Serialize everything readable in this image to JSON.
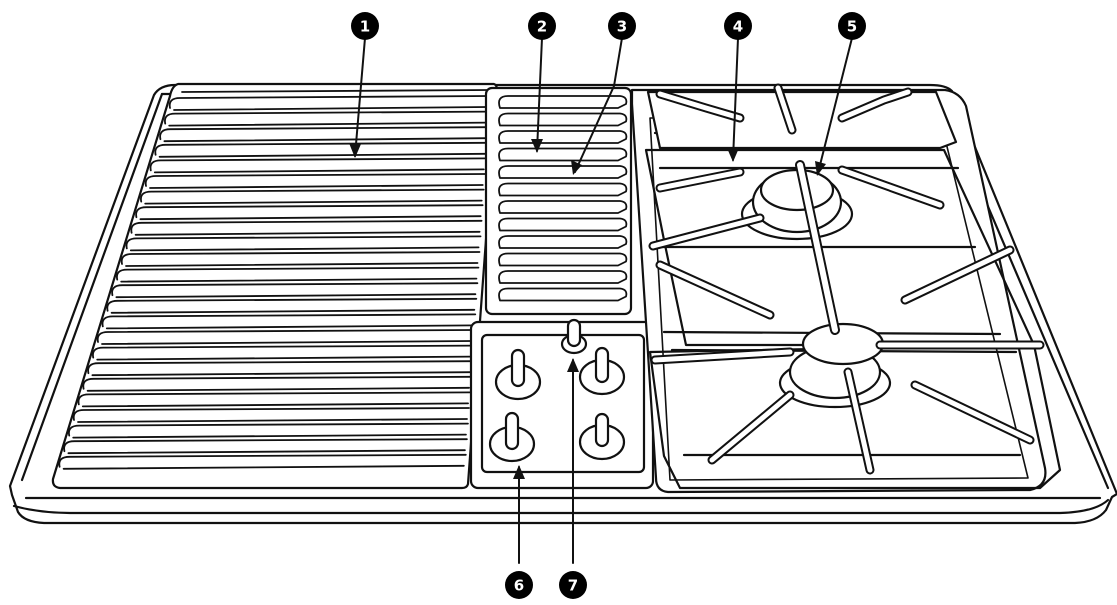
{
  "callouts": [
    {
      "number": "1"
    },
    {
      "number": "2"
    },
    {
      "number": "3"
    },
    {
      "number": "4"
    },
    {
      "number": "5"
    },
    {
      "number": "6"
    },
    {
      "number": "7"
    }
  ],
  "colors": {
    "line": "#111111",
    "fill": "#ffffff",
    "callout_fill": "#000000",
    "callout_text": "#ffffff"
  }
}
